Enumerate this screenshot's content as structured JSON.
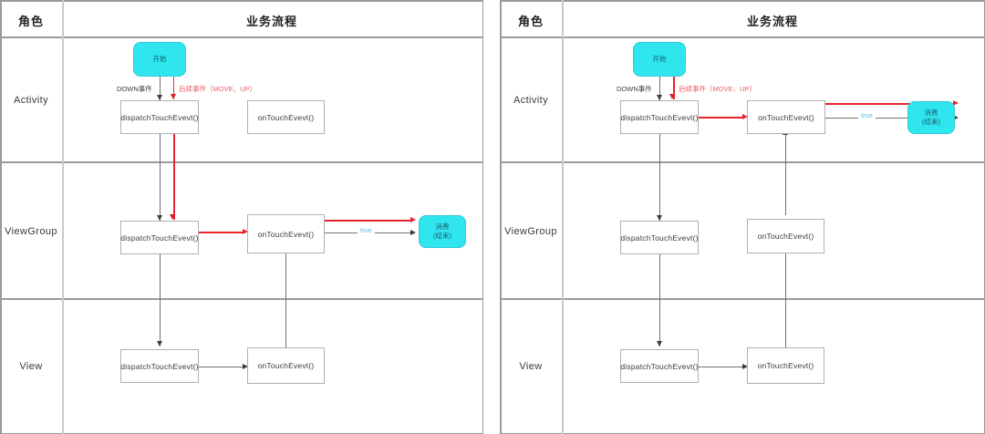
{
  "panels": [
    {
      "id": "left",
      "headers": {
        "role": "角色",
        "flow": "业务流程"
      },
      "rows": [
        {
          "label": "Activity"
        },
        {
          "label": "ViewGroup"
        },
        {
          "label": "View"
        }
      ],
      "nodes": {
        "start": {
          "line1": "开始"
        },
        "activity_dispatch": "dispatchTouchEvevt()",
        "activity_ontouch": "onTouchEvevt()",
        "viewgroup_dispatch": "dispatchTouchEvevt()",
        "viewgroup_ontouch": "onTouchEvevt()",
        "view_dispatch": "dispatchTouchEvevt()",
        "view_ontouch": "onTouchEvevt()",
        "consume": {
          "line1": "消费",
          "line2": "(结束)"
        }
      },
      "edge_labels": {
        "down_event": "DOWN事件",
        "followup_event": "后续事件（MOVE、UP）",
        "true_label": "true"
      }
    },
    {
      "id": "right",
      "headers": {
        "role": "角色",
        "flow": "业务流程"
      },
      "rows": [
        {
          "label": "Activity"
        },
        {
          "label": "ViewGroup"
        },
        {
          "label": "View"
        }
      ],
      "nodes": {
        "start": {
          "line1": "开始"
        },
        "activity_dispatch": "dispatchTouchEvevt()",
        "activity_ontouch": "onTouchEvevt()",
        "viewgroup_dispatch": "dispatchTouchEvevt()",
        "viewgroup_ontouch": "onTouchEvevt()",
        "view_dispatch": "dispatchTouchEvevt()",
        "view_ontouch": "onTouchEvevt()",
        "consume": {
          "line1": "消费",
          "line2": "(结束)"
        }
      },
      "edge_labels": {
        "down_event": "DOWN事件",
        "followup_event": "后续事件（MOVE、UP）",
        "true_label": "true"
      }
    }
  ],
  "colors": {
    "terminator_fill": "#2fe5ee",
    "red_flow": "#e8252f",
    "grey_flow": "#6f6f6f",
    "true_label": "#49c6e0"
  }
}
